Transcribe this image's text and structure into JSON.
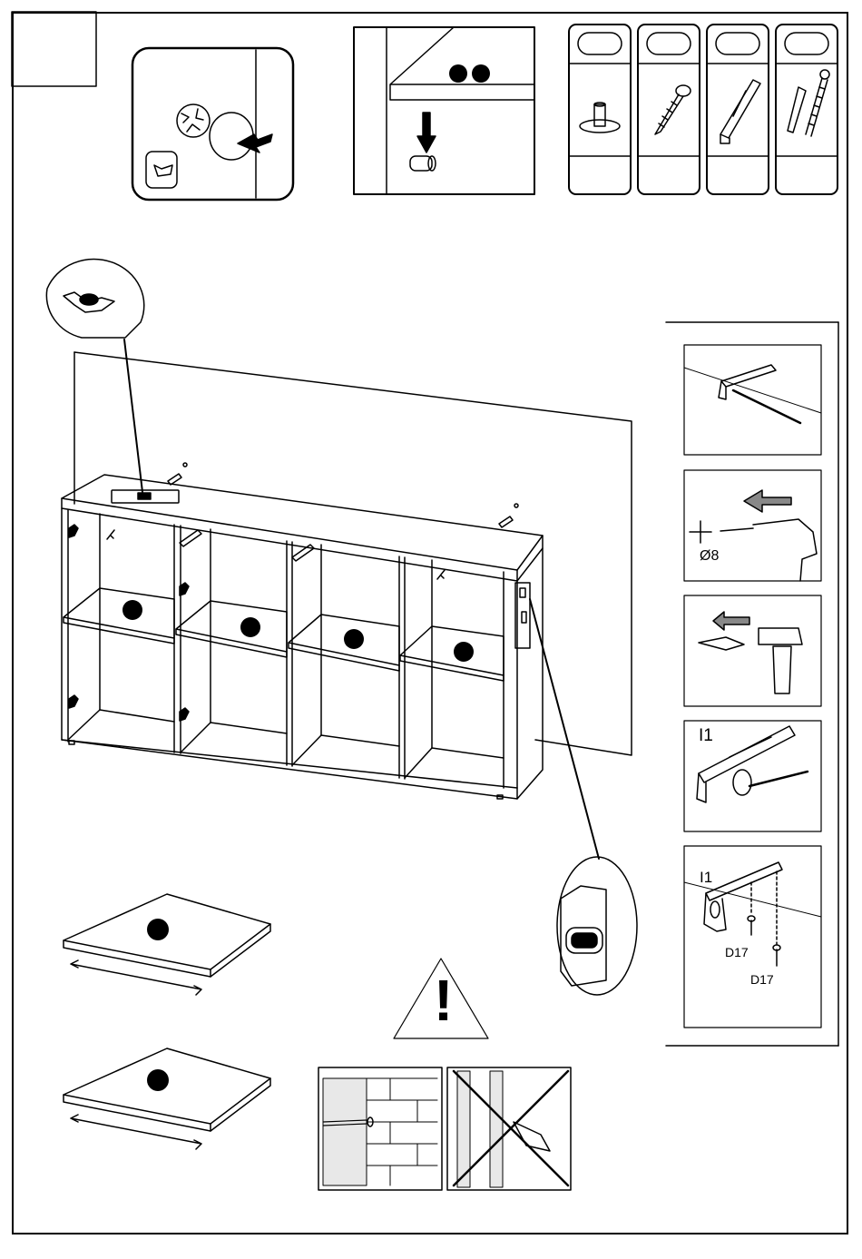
{
  "page": {
    "title": "",
    "step_number": ""
  },
  "hardware_legend": [
    {
      "name": "cam-dowel",
      "qty": ""
    },
    {
      "name": "wood-screw",
      "qty": ""
    },
    {
      "name": "l-bracket",
      "qty": ""
    },
    {
      "name": "wall-plug-and-screw",
      "qty": ""
    }
  ],
  "wall_fixing_steps": {
    "drill_diameter": "Ø8",
    "bracket_code_1": "I1",
    "bracket_code_2": "I1",
    "screw_code_1": "D17",
    "screw_code_2": "D17"
  },
  "shelves": [
    {
      "count": ""
    },
    {
      "count": ""
    }
  ],
  "warning": {
    "symbol": "!"
  },
  "colors": {
    "ink": "#000000",
    "paper": "#ffffff",
    "shade": "#d0d0d0"
  }
}
